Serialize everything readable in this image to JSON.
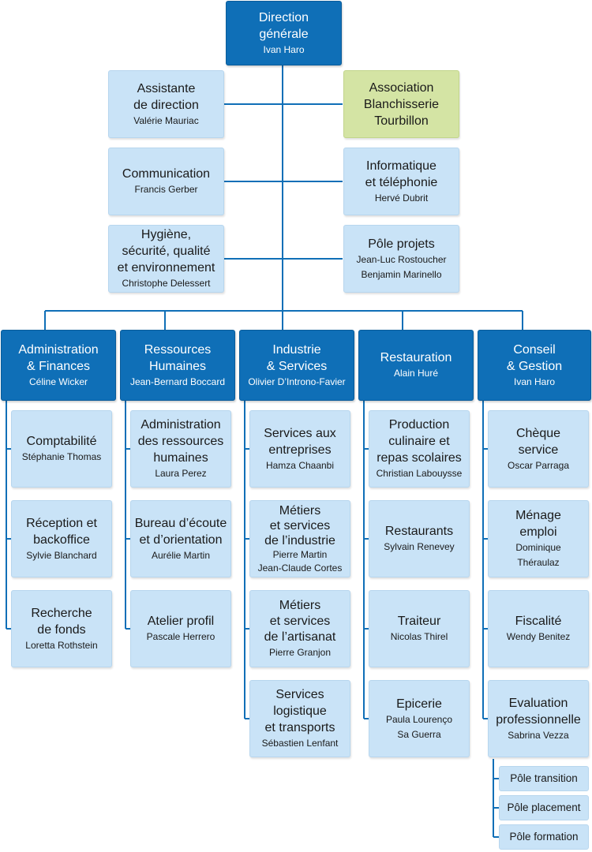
{
  "colors": {
    "dark_blue": "#0f6fb7",
    "light_blue": "#c9e3f7",
    "light_green": "#d4e4a4",
    "connector": "#0f6fb7"
  },
  "top": {
    "title": "Direction\ngénérale",
    "person": "Ivan Haro"
  },
  "staff": {
    "assistante": {
      "title": "Assistante\nde direction",
      "person": "Valérie Mauriac"
    },
    "association": {
      "title": "Association\nBlanchisserie\nTourbillon"
    },
    "communication": {
      "title": "Communication",
      "person": "Francis Gerber"
    },
    "informatique": {
      "title": "Informatique\net téléphonie",
      "person": "Hervé Dubrit"
    },
    "hygiene": {
      "title": "Hygiène,\nsécurité, qualité\net environnement",
      "person": "Christophe Delessert"
    },
    "pole_projets": {
      "title": "Pôle projets",
      "person": "Jean-Luc Rostoucher\nBenjamin Marinello"
    }
  },
  "departments": [
    {
      "title": "Administration\n& Finances",
      "person": "Céline Wicker",
      "units": [
        {
          "title": "Comptabilité",
          "person": "Stéphanie Thomas"
        },
        {
          "title": "Réception et\nbackoffice",
          "person": "Sylvie Blanchard"
        },
        {
          "title": "Recherche\nde fonds",
          "person": "Loretta Rothstein"
        }
      ]
    },
    {
      "title": "Ressources\nHumaines",
      "person": "Jean-Bernard Boccard",
      "units": [
        {
          "title": "Administration\ndes ressources\nhumaines",
          "person": "Laura Perez"
        },
        {
          "title": "Bureau d’écoute\net d’orientation",
          "person": "Aurélie Martin"
        },
        {
          "title": "Atelier profil",
          "person": "Pascale Herrero"
        }
      ]
    },
    {
      "title": "Industrie\n& Services",
      "person": "Olivier D’Introno-Favier",
      "units": [
        {
          "title": "Services aux\nentreprises",
          "person": "Hamza Chaanbi"
        },
        {
          "title": "Métiers\net services\nde l’industrie",
          "person": "Pierre Martin\nJean-Claude Cortes"
        },
        {
          "title": "Métiers\net services\nde l’artisanat",
          "person": "Pierre Granjon"
        },
        {
          "title": "Services\nlogistique\net transports",
          "person": "Sébastien Lenfant"
        }
      ]
    },
    {
      "title": "Restauration",
      "person": "Alain Huré",
      "units": [
        {
          "title": "Production\nculinaire et\nrepas scolaires",
          "person": "Christian Labouysse"
        },
        {
          "title": "Restaurants",
          "person": "Sylvain Renevey"
        },
        {
          "title": "Traiteur",
          "person": "Nicolas Thirel"
        },
        {
          "title": "Epicerie",
          "person": "Paula Lourenço\nSa Guerra"
        }
      ]
    },
    {
      "title": "Conseil\n& Gestion",
      "person": "Ivan Haro",
      "units": [
        {
          "title": "Chèque\nservice",
          "person": "Oscar Parraga"
        },
        {
          "title": "Ménage\nemploi",
          "person": "Dominique\nThéraulaz"
        },
        {
          "title": "Fiscalité",
          "person": "Wendy Benitez"
        },
        {
          "title": "Evaluation\nprofessionnelle",
          "person": "Sabrina Vezza"
        }
      ]
    }
  ],
  "sub_units": [
    "Pôle transition",
    "Pôle placement",
    "Pôle formation"
  ]
}
